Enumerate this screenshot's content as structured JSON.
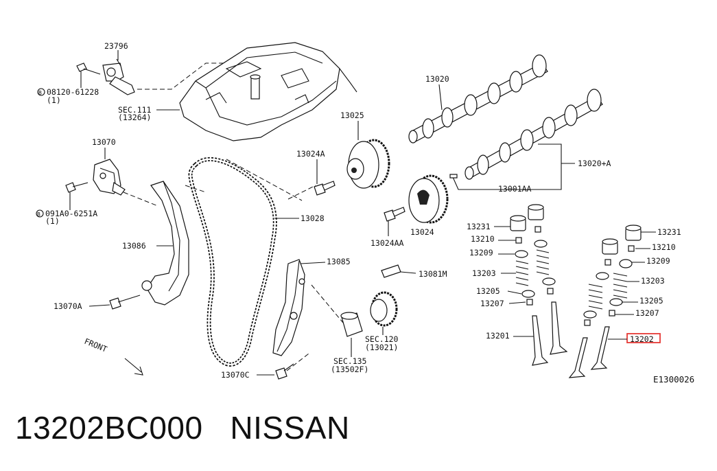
{
  "caption": {
    "part_number": "13202BC000",
    "brand": "NISSAN"
  },
  "figure_code": "E1300026",
  "highlight_color": "#e53935",
  "labels": {
    "l23796": "23796",
    "l08120": "08120-61228",
    "l08120q": "(1)",
    "lsec111": "SEC.111",
    "lsec111b": "(13264)",
    "l13070": "13070",
    "l091a0": "091A0-6251A",
    "l091a0q": "(1)",
    "l13086": "13086",
    "l13070a": "13070A",
    "l13025": "13025",
    "l13024a": "13024A",
    "l13028": "13028",
    "l13024aa": "13024AA",
    "l13024": "13024",
    "l13085": "13085",
    "l13081m": "13081M",
    "lsec120": "SEC.120",
    "lsec120b": "(13021)",
    "lsec135": "SEC.135",
    "lsec135b": "(13502F)",
    "l13070c": "13070C",
    "lfront": "FRONT",
    "l13020": "13020",
    "l13020a": "13020+A",
    "l13001aa": "13001AA",
    "l13231": "13231",
    "l13210": "13210",
    "l13209": "13209",
    "l13203": "13203",
    "l13205": "13205",
    "l13207": "13207",
    "l13201": "13201",
    "r13231": "13231",
    "r13210": "13210",
    "r13209": "13209",
    "r13203": "13203",
    "r13205": "13205",
    "r13207": "13207",
    "r13202": "13202"
  }
}
